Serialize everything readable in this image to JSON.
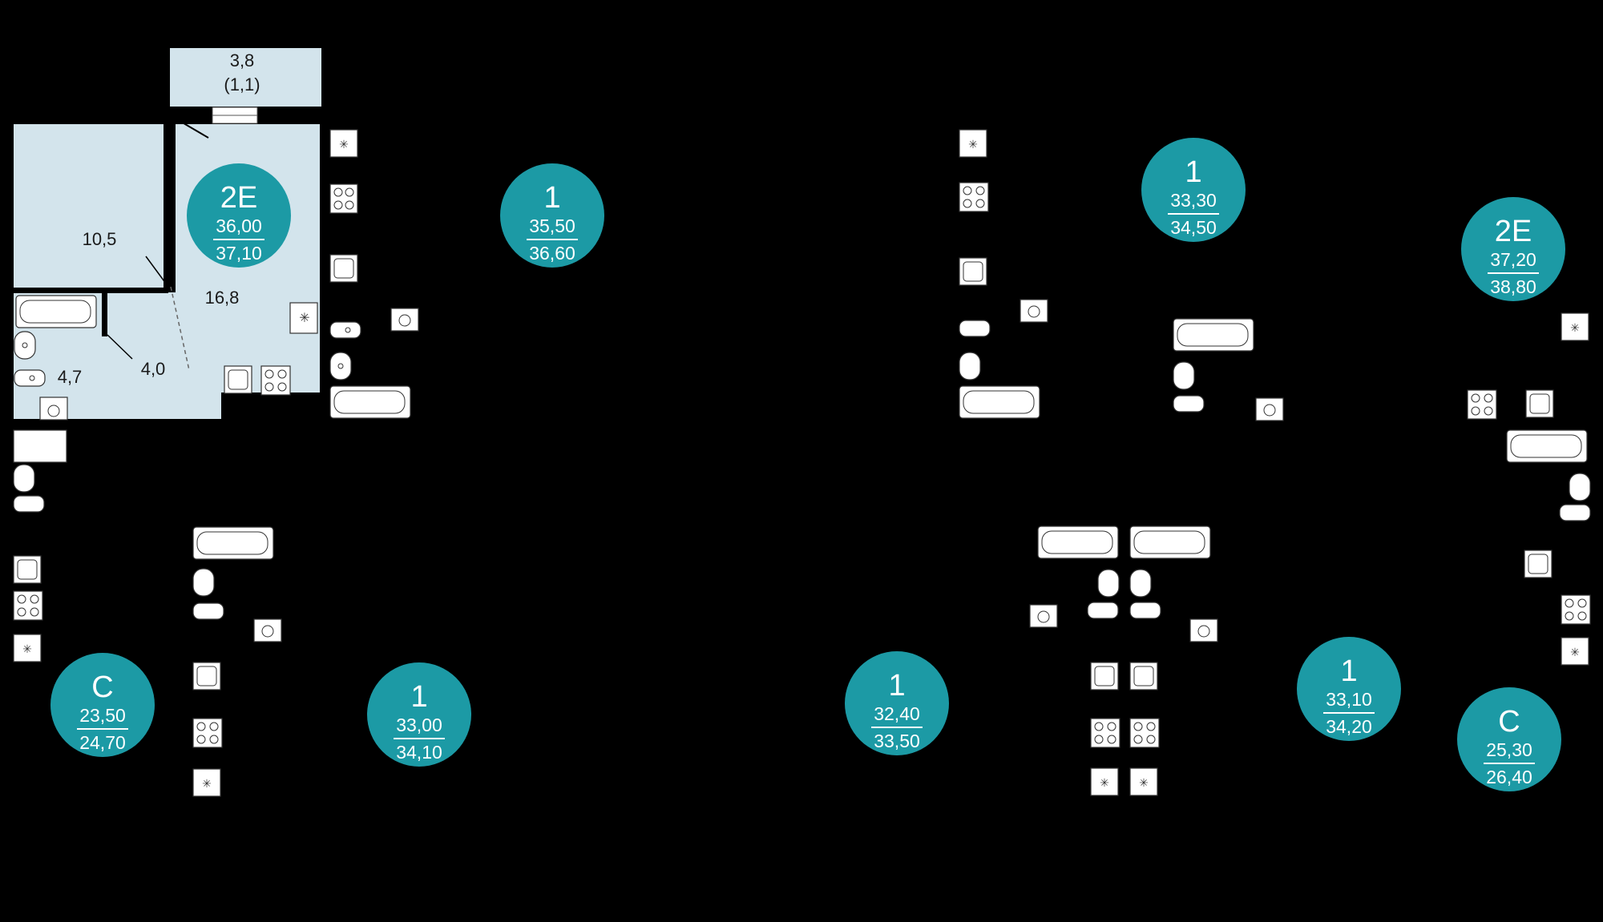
{
  "colors": {
    "background": "#000000",
    "badge": "#1c9aa5",
    "room_fill": "#d3e4ec",
    "wall": "#000000",
    "fixture": "#ffffff"
  },
  "highlighted_unit": {
    "rooms": [
      {
        "name": "balcony",
        "area": "3,8",
        "area_reduced": "(1,1)"
      },
      {
        "name": "living-room",
        "area": "10,5"
      },
      {
        "name": "kitchen-living",
        "area": "16,8"
      },
      {
        "name": "hall",
        "area": "4,0"
      },
      {
        "name": "bathroom",
        "area": "4,7"
      }
    ]
  },
  "apartments": [
    {
      "type": "2E",
      "living": "36,00",
      "total": "37,10"
    },
    {
      "type": "1",
      "living": "35,50",
      "total": "36,60"
    },
    {
      "type": "1",
      "living": "33,30",
      "total": "34,50"
    },
    {
      "type": "2E",
      "living": "37,20",
      "total": "38,80"
    },
    {
      "type": "C",
      "living": "23,50",
      "total": "24,70"
    },
    {
      "type": "1",
      "living": "33,00",
      "total": "34,10"
    },
    {
      "type": "1",
      "living": "32,40",
      "total": "33,50"
    },
    {
      "type": "1",
      "living": "33,10",
      "total": "34,20"
    },
    {
      "type": "C",
      "living": "25,30",
      "total": "26,40"
    }
  ],
  "fixture_icons": [
    "bathtub-icon",
    "sink-icon",
    "toilet-icon",
    "washing-machine-icon",
    "stove-icon",
    "ventilation-icon",
    "kitchen-sink-icon"
  ]
}
